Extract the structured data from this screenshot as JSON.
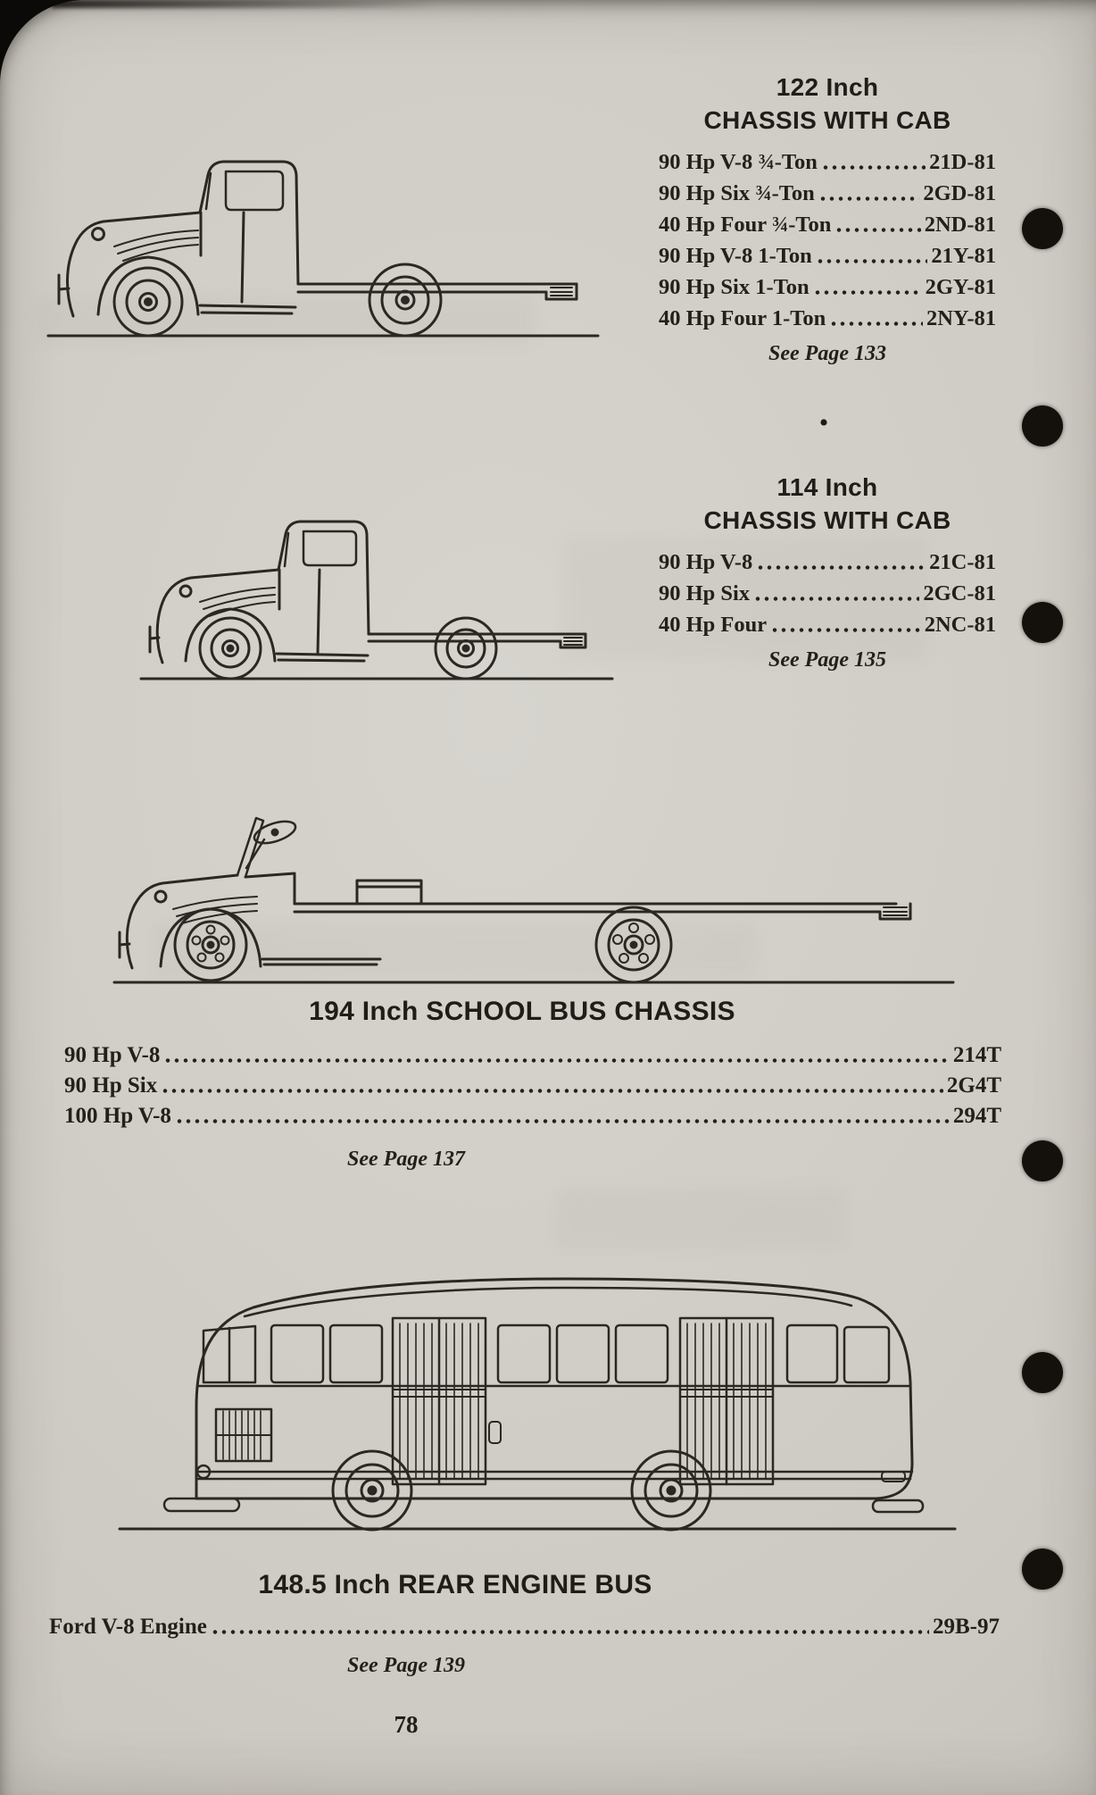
{
  "paper": {
    "page_number": "78"
  },
  "separator": {
    "bullet": "•"
  },
  "sections": {
    "chassis122": {
      "title1": "122 Inch",
      "title2": "CHASSIS WITH CAB",
      "specs": [
        {
          "label": "90 Hp V-8 ¾-Ton",
          "value": "21D-81"
        },
        {
          "label": "90 Hp Six ¾-Ton",
          "value": "2GD-81"
        },
        {
          "label": "40 Hp Four ¾-Ton",
          "value": "2ND-81"
        },
        {
          "label": "90 Hp V-8 1-Ton",
          "value": "21Y-81"
        },
        {
          "label": "90 Hp Six 1-Ton",
          "value": "2GY-81"
        },
        {
          "label": "40 Hp Four 1-Ton",
          "value": "2NY-81"
        }
      ],
      "see_page": "See Page 133",
      "illustration": "122 inch chassis with cab, truck side view line drawing"
    },
    "chassis114": {
      "title1": "114 Inch",
      "title2": "CHASSIS WITH CAB",
      "specs": [
        {
          "label": "90 Hp V-8",
          "value": "21C-81"
        },
        {
          "label": "90 Hp Six",
          "value": "2GC-81"
        },
        {
          "label": "40 Hp Four",
          "value": "2NC-81"
        }
      ],
      "see_page": "See Page 135",
      "illustration": "114 inch chassis with cab, truck side view line drawing"
    },
    "schoolBus": {
      "title": "194 Inch SCHOOL BUS CHASSIS",
      "specs": [
        {
          "label": "90 Hp V-8",
          "value": "214T"
        },
        {
          "label": "90 Hp Six",
          "value": "2G4T"
        },
        {
          "label": "100 Hp V-8",
          "value": "294T"
        }
      ],
      "see_page": "See Page 137",
      "illustration": "194 inch school bus cowl chassis side view line drawing"
    },
    "rearEngineBus": {
      "title": "148.5 Inch REAR ENGINE BUS",
      "specs": [
        {
          "label": "Ford V-8 Engine",
          "value": "29B-97"
        }
      ],
      "see_page": "See Page 139",
      "illustration": "148.5 inch rear engine school bus side view line drawing"
    }
  }
}
